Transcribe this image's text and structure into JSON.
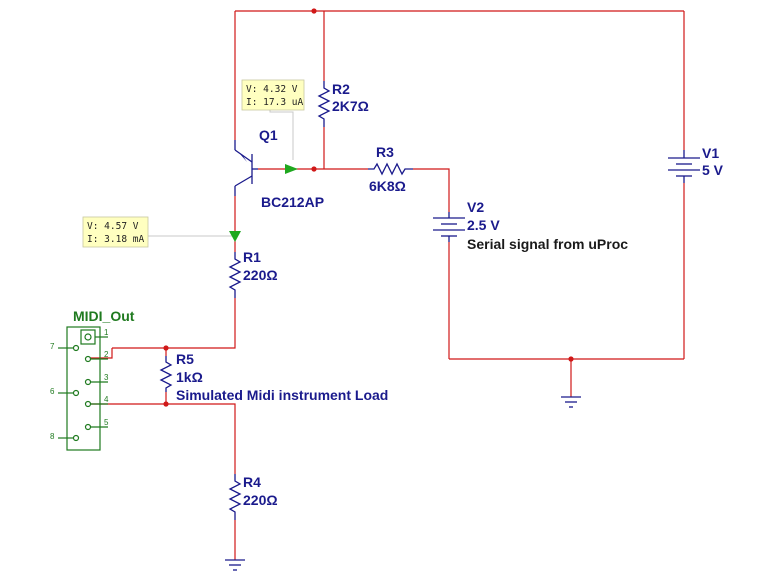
{
  "components": {
    "q1": {
      "ref": "Q1",
      "model": "BC212AP"
    },
    "r1": {
      "ref": "R1",
      "value": "220Ω"
    },
    "r2": {
      "ref": "R2",
      "value": "2K7Ω"
    },
    "r3": {
      "ref": "R3",
      "value": "6K8Ω"
    },
    "r4": {
      "ref": "R4",
      "value": "220Ω"
    },
    "r5": {
      "ref": "R5",
      "value": "1kΩ"
    },
    "v1": {
      "ref": "V1",
      "value": "5 V"
    },
    "v2": {
      "ref": "V2",
      "value": "2.5 V",
      "note": "Serial signal from uProc"
    },
    "midi": {
      "ref": "MIDI_Out",
      "pins_right": [
        "1",
        "2",
        "3",
        "4",
        "5"
      ],
      "pins_left": [
        "7",
        "6",
        "8"
      ]
    }
  },
  "annotations": {
    "load": "Simulated Midi instrument Load"
  },
  "probes": [
    {
      "v": "V: 4.32 V",
      "i": "I: 17.3 uA"
    },
    {
      "v": "V: 4.57 V",
      "i": "I: 3.18 mA"
    }
  ],
  "colors": {
    "wire": "#d01818",
    "component": "#1a1a8c",
    "connector": "#1f7a1f",
    "probe_bg": "#ffffc0",
    "probe_arrow": "#1fa81f"
  }
}
